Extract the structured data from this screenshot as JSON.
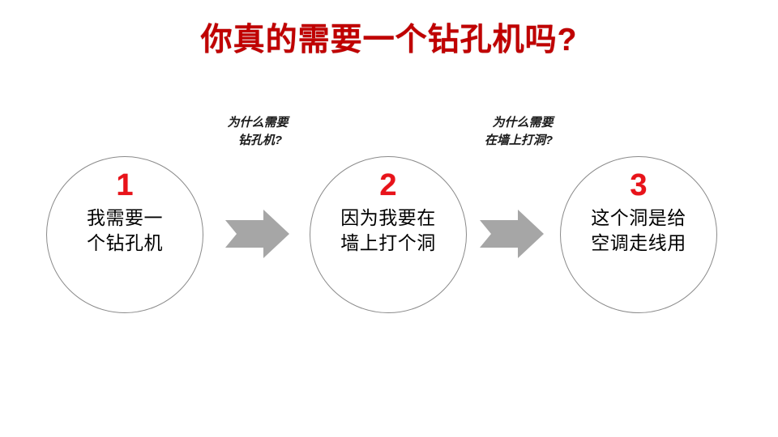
{
  "slide": {
    "title": "你真的需要一个钻孔机吗?",
    "background_color": "#ffffff",
    "title_color": "#c00000"
  },
  "nodes": [
    {
      "number": "1",
      "line1": "我需要一",
      "line2": "个钻孔机",
      "number_color": "#e8131a"
    },
    {
      "number": "2",
      "line1": "因为我要在",
      "line2": "墙上打个洞",
      "number_color": "#e8131a"
    },
    {
      "number": "3",
      "line1": "这个洞是给",
      "line2": "空调走线用",
      "number_color": "#e8131a"
    }
  ],
  "annotations": [
    {
      "line1": "为什么需要",
      "line2": "钻孔机?"
    },
    {
      "line1": "为什么需要",
      "line2": "在墙上打洞?"
    }
  ],
  "arrows": [
    {
      "icon": "arrow-right-block-icon",
      "color": "#a6a6a6"
    },
    {
      "icon": "arrow-right-block-icon",
      "color": "#a6a6a6"
    }
  ]
}
